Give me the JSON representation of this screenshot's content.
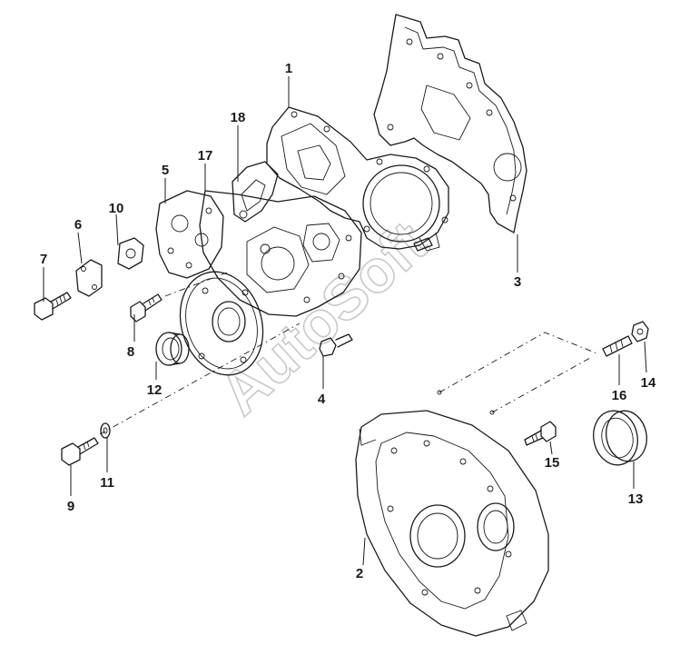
{
  "watermark": "AutoSoft",
  "callouts": {
    "c1": "1",
    "c2": "2",
    "c3": "3",
    "c4": "4",
    "c5": "5",
    "c6": "6",
    "c7": "7",
    "c8": "8",
    "c9": "9",
    "c10": "10",
    "c11": "11",
    "c12": "12",
    "c13": "13",
    "c14": "14",
    "c15": "15",
    "c16": "16",
    "c17": "17",
    "c18": "18"
  }
}
